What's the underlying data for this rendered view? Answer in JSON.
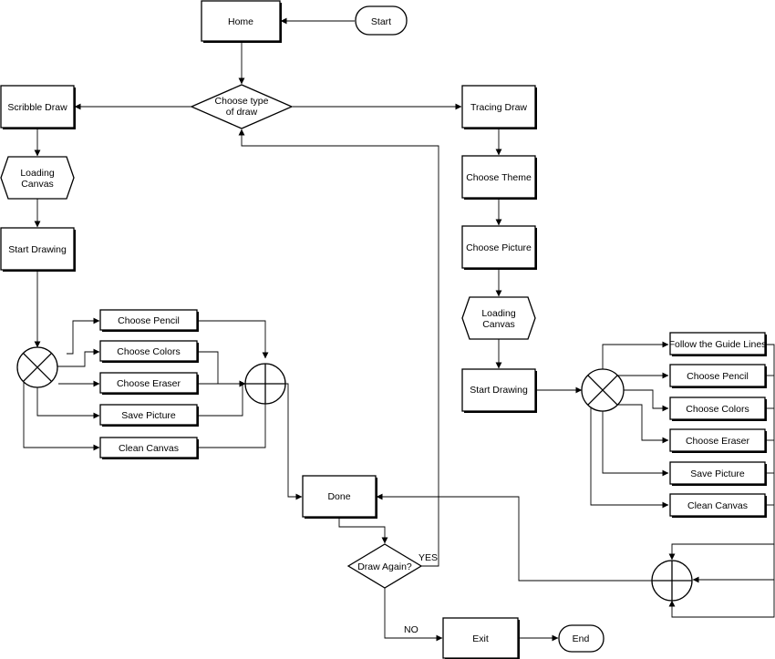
{
  "nodes": {
    "start": "Start",
    "home": "Home",
    "choose_type": [
      "Choose type",
      "of draw"
    ],
    "scribble_draw": "Scribble Draw",
    "tracing_draw": "Tracing Draw",
    "loading_canvas_left": [
      "Loading",
      "Canvas"
    ],
    "start_drawing_left": "Start Drawing",
    "choose_pencil_left": "Choose Pencil",
    "choose_colors_left": "Choose Colors",
    "choose_eraser_left": "Choose Eraser",
    "save_picture_left": "Save Picture",
    "clean_canvas_left": "Clean Canvas",
    "choose_theme": "Choose Theme",
    "choose_picture": "Choose Picture",
    "loading_canvas_right": [
      "Loading",
      "Canvas"
    ],
    "start_drawing_right": "Start Drawing",
    "follow_guide_lines": "Follow the Guide Lines",
    "choose_pencil_right": "Choose Pencil",
    "choose_colors_right": "Choose Colors",
    "choose_eraser_right": "Choose Eraser",
    "save_picture_right": "Save Picture",
    "clean_canvas_right": "Clean Canvas",
    "done": "Done",
    "draw_again": "Draw Again?",
    "exit": "Exit",
    "end": "End"
  },
  "edge_labels": {
    "yes": "YES",
    "no": "NO"
  }
}
